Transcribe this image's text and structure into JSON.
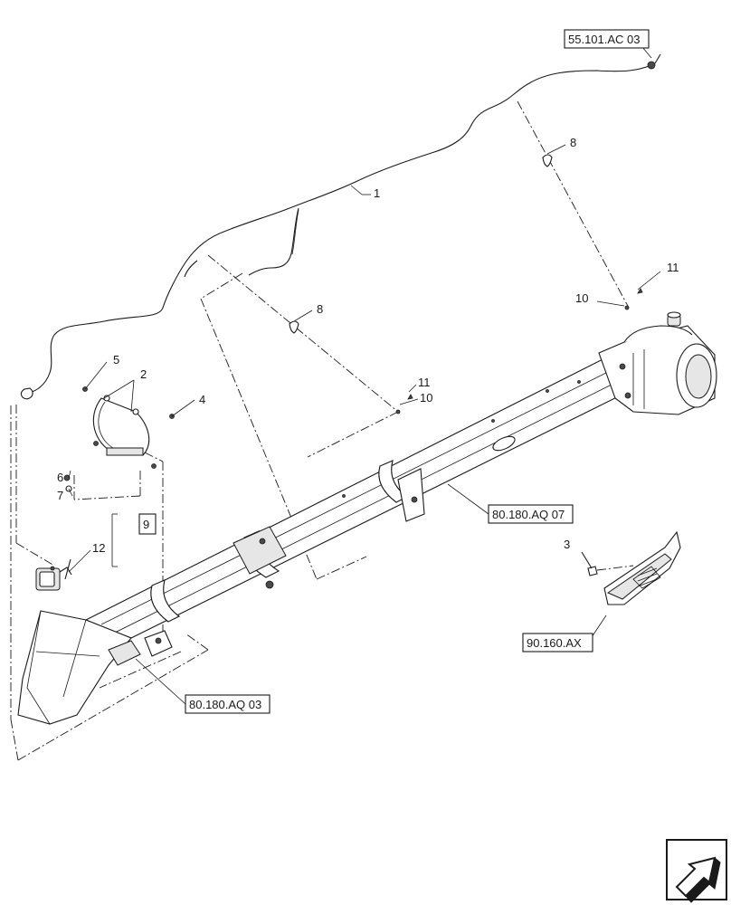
{
  "diagram": {
    "references": {
      "top_right": "55.101.AC 03",
      "tube_mid": "80.180.AQ 07",
      "tube_bottom": "80.180.AQ 03",
      "light_panel": "90.160.AX"
    },
    "callouts": {
      "harness": "1",
      "bracket": "2",
      "bolt_panel": "3",
      "bolt_bracket": "4",
      "screw_top": "5",
      "nut": "6",
      "washer": "7",
      "clip_upper": "8",
      "clip_lower": "8",
      "assembly": "9",
      "tie_upper": "10",
      "tie_lower": "10",
      "tie_mount_upper": "11",
      "tie_mount_lower": "11",
      "work_light": "12"
    },
    "nav_icon": "next-page-arrow-icon"
  }
}
